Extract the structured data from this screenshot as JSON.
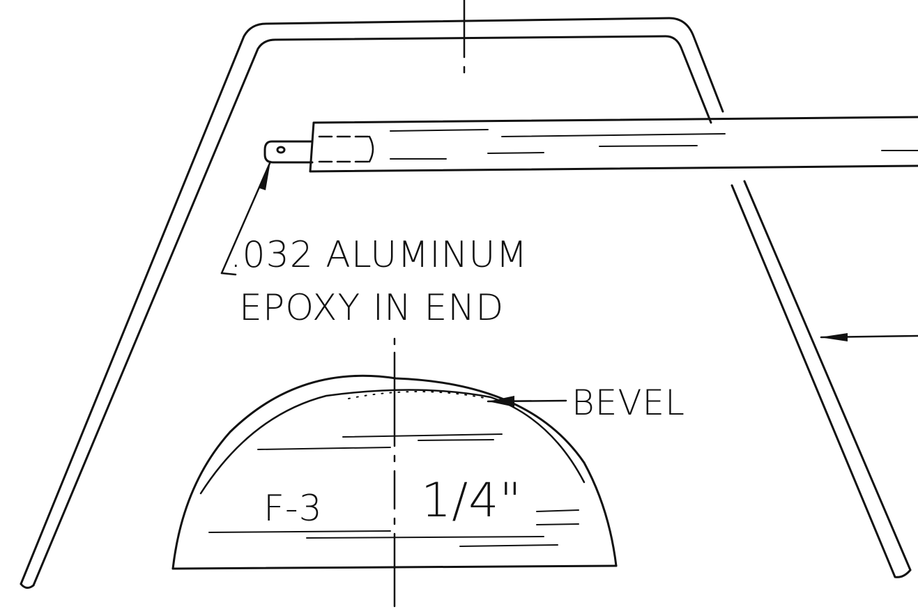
{
  "callouts": {
    "aluminum": ".032 ALUMINUM",
    "epoxy": "EPOXY IN END",
    "bevel": "BEVEL"
  },
  "former": {
    "part": "F-3",
    "thickness": "1/4\""
  },
  "colors": {
    "ink": "#111111",
    "paper": "#ffffff"
  }
}
